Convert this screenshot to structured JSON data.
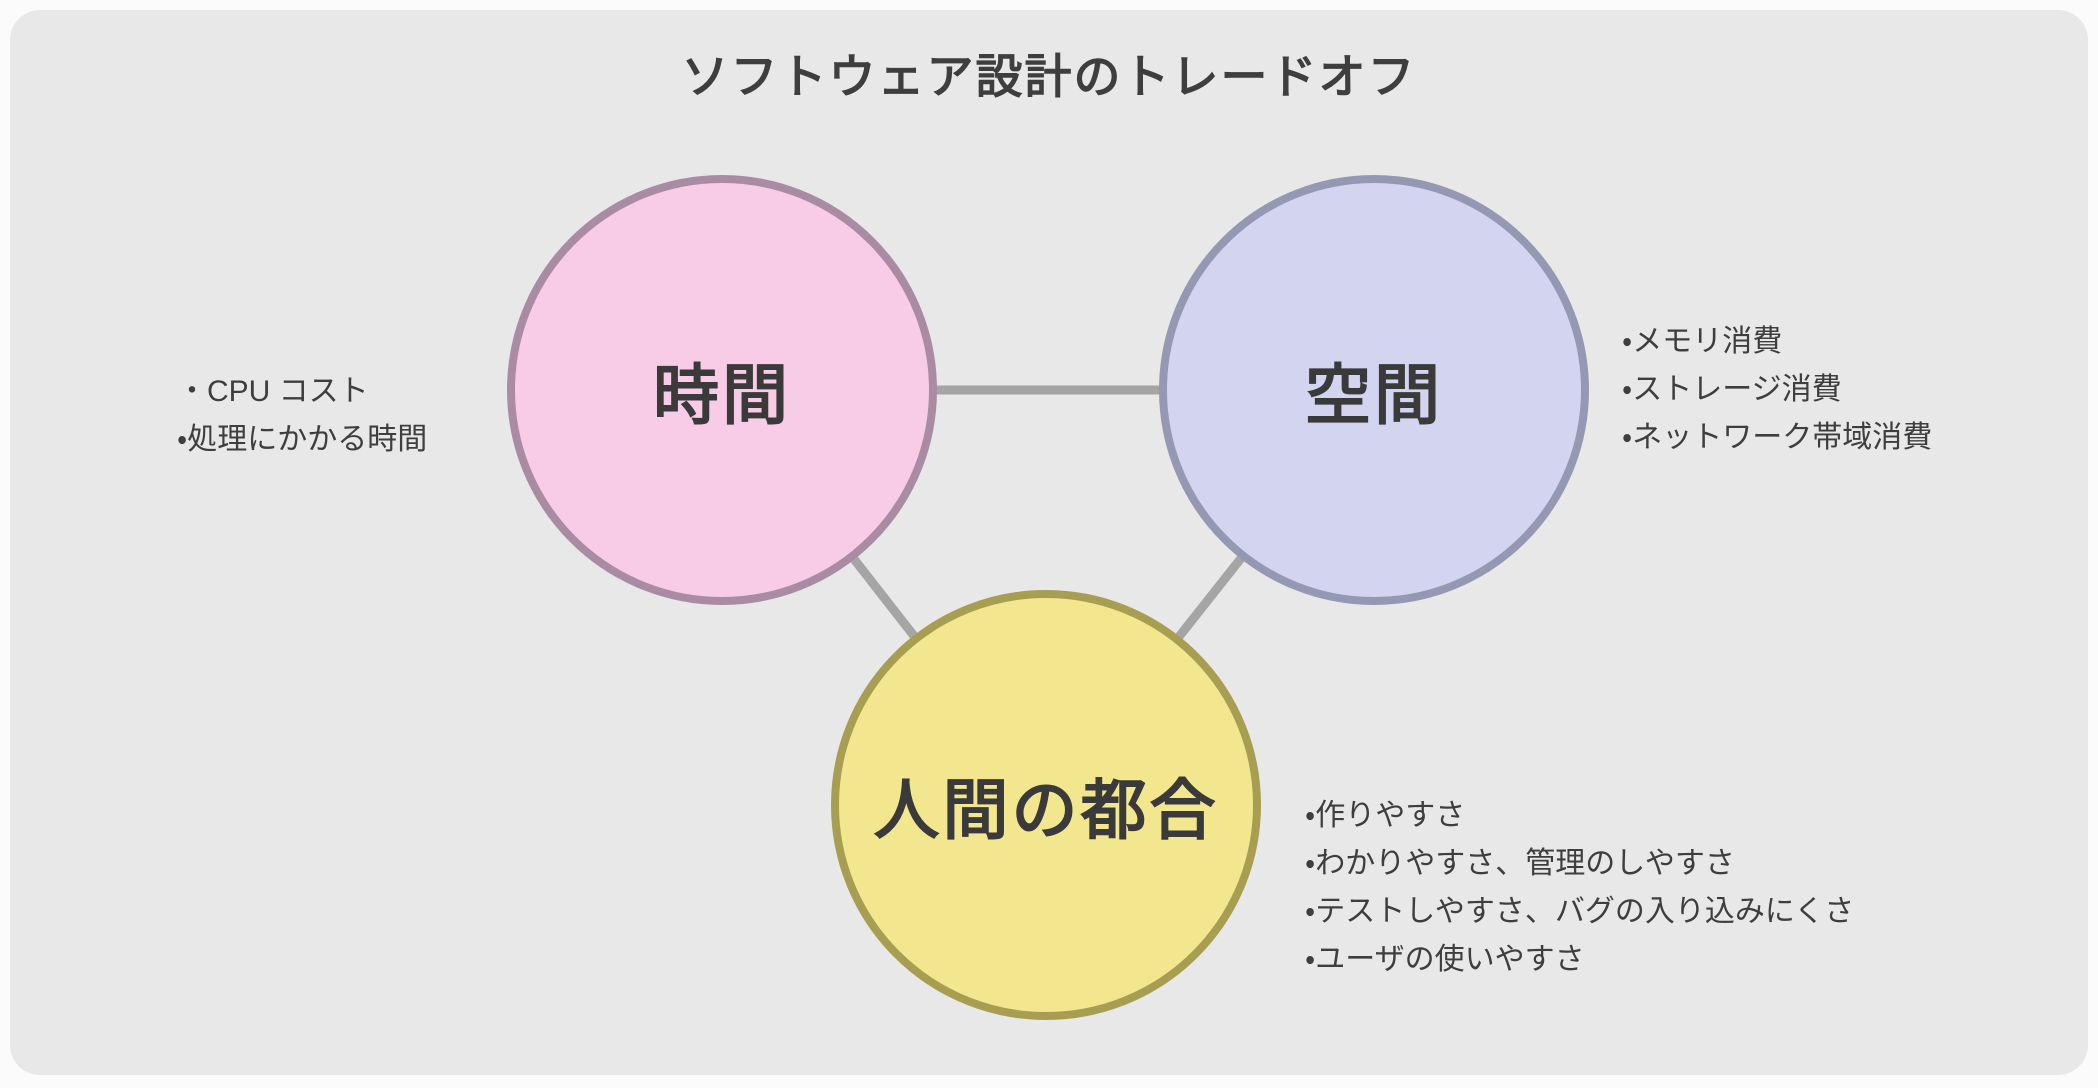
{
  "title": "ソフトウェア設計のトレードオフ",
  "diagram": {
    "nodes": {
      "time": {
        "label": "時間",
        "fill": "#f8cce6",
        "border": "#a98ca4"
      },
      "space": {
        "label": "空間",
        "fill": "#d2d4f0",
        "border": "#9598b3"
      },
      "human": {
        "label": "人間の都合",
        "fill": "#f2e78e",
        "border": "#a89e52"
      }
    },
    "edges": [
      {
        "from": "time",
        "to": "space"
      },
      {
        "from": "time",
        "to": "human"
      },
      {
        "from": "space",
        "to": "human"
      }
    ],
    "edge_color": "#a5a5a5"
  },
  "notes": {
    "time": {
      "items": [
        "・CPU コスト",
        "・処理にかかる時間"
      ]
    },
    "space": {
      "items": [
        "・メモリ消費",
        "・ストレージ消費",
        "・ネットワーク帯域消費"
      ]
    },
    "human": {
      "items": [
        "・作りやすさ",
        "・わかりやすさ、管理のしやすさ",
        "・テストしやすさ、バグの入り込みにくさ",
        "・ユーザの使いやすさ"
      ]
    }
  },
  "colors": {
    "canvas_background": "#e8e8e8",
    "page_background": "#fbfbfb",
    "text": "#3e3e3e",
    "connector": "#a5a5a5"
  }
}
